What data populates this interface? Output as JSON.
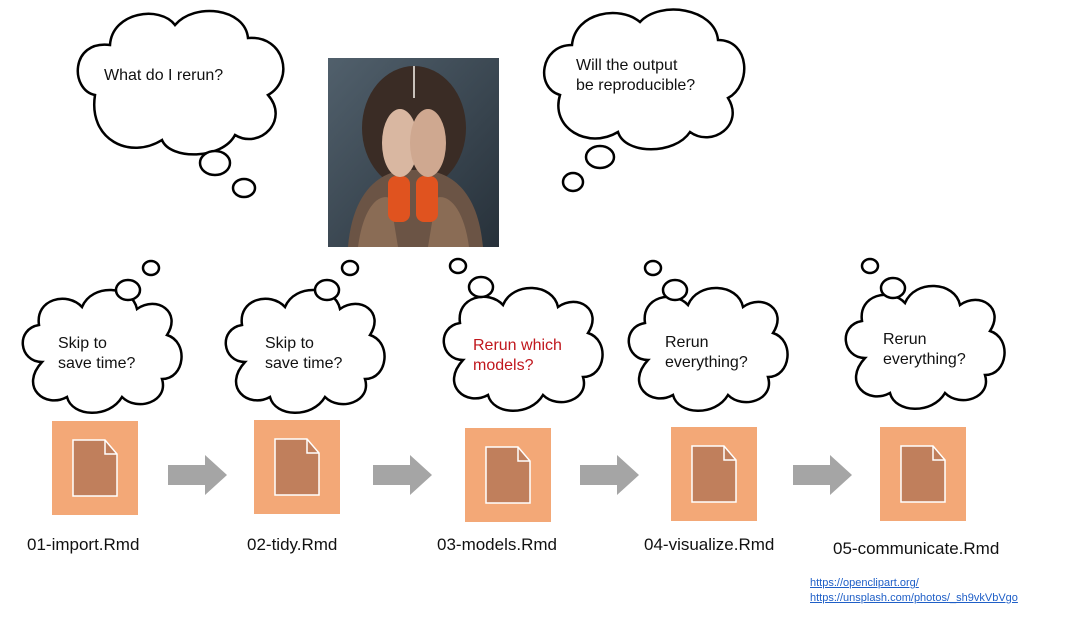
{
  "top_thoughts": [
    {
      "lines": [
        "What do I rerun?"
      ]
    },
    {
      "lines": [
        "Will the output",
        "be reproducible?"
      ]
    }
  ],
  "step_thoughts": [
    {
      "lines": [
        "Skip to",
        "save time?"
      ]
    },
    {
      "lines": [
        "Skip to",
        "save time?"
      ]
    },
    {
      "lines": [
        "Rerun which",
        "models?"
      ],
      "color": "#c0171d"
    },
    {
      "lines": [
        "Rerun",
        "everything?"
      ]
    },
    {
      "lines": [
        "Rerun",
        "everything?"
      ]
    }
  ],
  "files": [
    {
      "label": "01-import.Rmd"
    },
    {
      "label": "02-tidy.Rmd"
    },
    {
      "label": "03-models.Rmd"
    },
    {
      "label": "04-visualize.Rmd"
    },
    {
      "label": "05-communicate.Rmd"
    }
  ],
  "credits": [
    "https://openclipart.org/",
    "https://unsplash.com/photos/_sh9vkVbVgo"
  ],
  "colors": {
    "file_tile": "#f3a877",
    "file_icon": "#c07f5c",
    "arrow": "#a5a5a5",
    "highlight_text": "#c0171d"
  }
}
